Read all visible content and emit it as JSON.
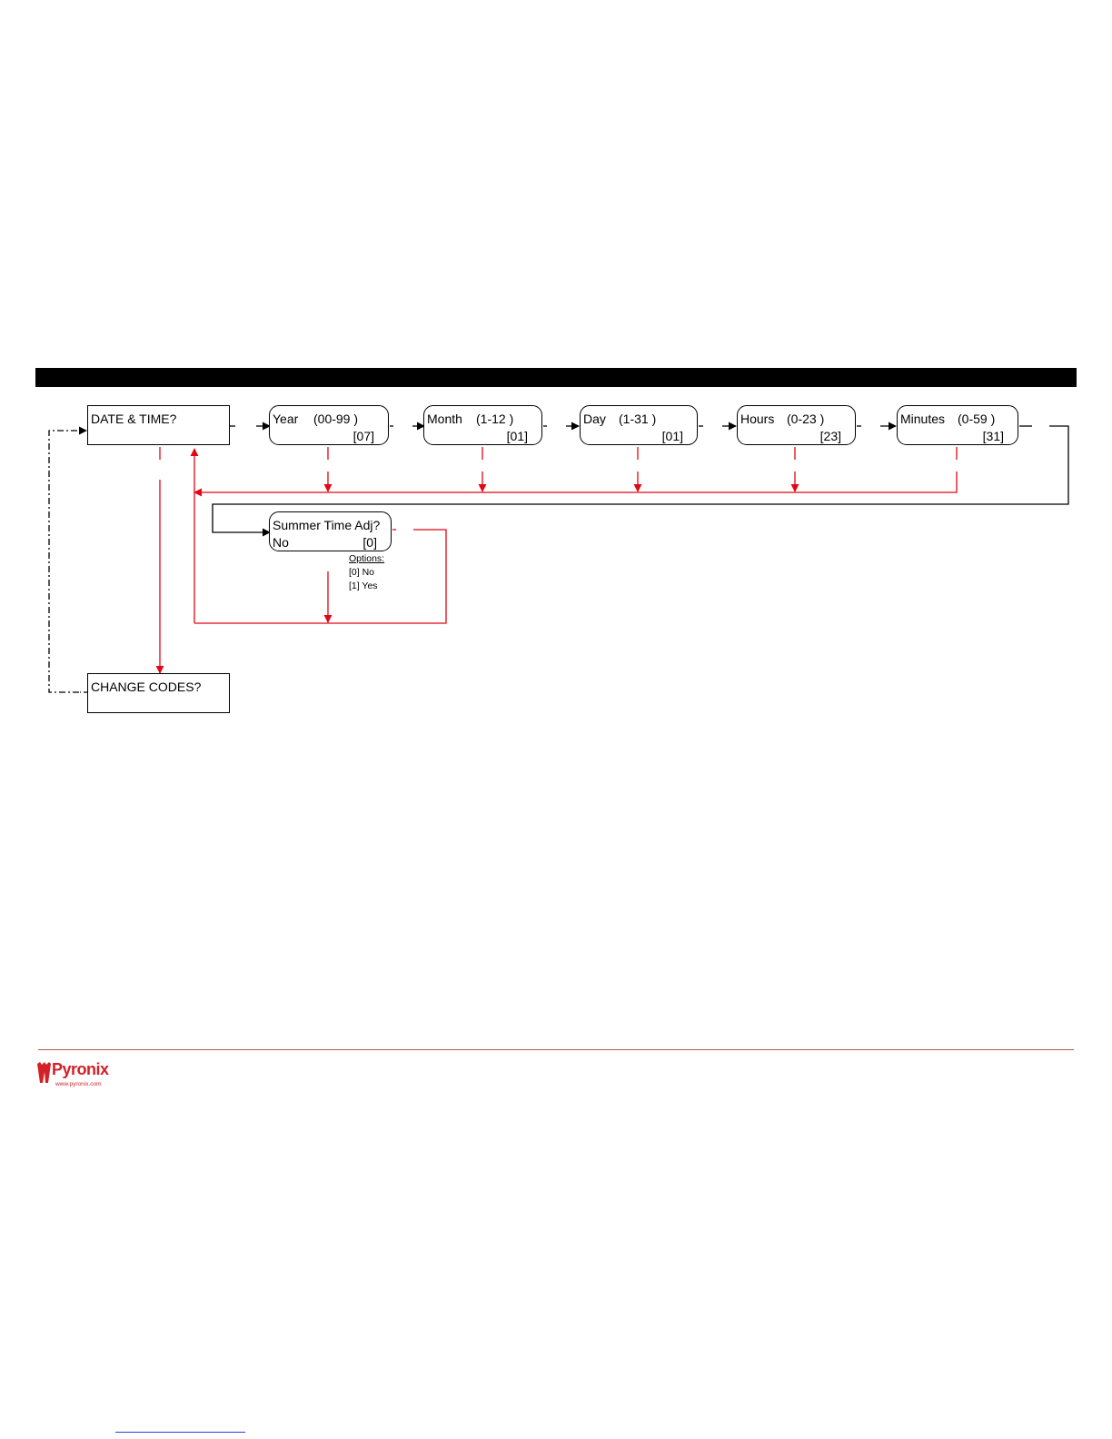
{
  "diagram": {
    "start": {
      "title": "DATE & TIME?"
    },
    "steps": [
      {
        "label": "Year",
        "range": "(00-99 )",
        "value": "[07]"
      },
      {
        "label": "Month",
        "range": "(1-12 )",
        "value": "[01]"
      },
      {
        "label": "Day",
        "range": "(1-31 )",
        "value": "[01]"
      },
      {
        "label": "Hours",
        "range": "(0-23 )",
        "value": "[23]"
      },
      {
        "label": "Minutes",
        "range": "(0-59 )",
        "value": "[31]"
      }
    ],
    "summer": {
      "title": "Summer Time Adj?",
      "current": "No",
      "value": "[0]"
    },
    "options": {
      "heading": "Options:",
      "items": [
        "[0] No",
        "[1] Yes"
      ]
    },
    "next": {
      "title": "CHANGE CODES?"
    },
    "colors": {
      "flow": "#000000",
      "back": "#e30613",
      "accent": "#d42027"
    }
  },
  "footer": {
    "logo_text": "Pyronix",
    "logo_url": "www.pyronix.com"
  }
}
